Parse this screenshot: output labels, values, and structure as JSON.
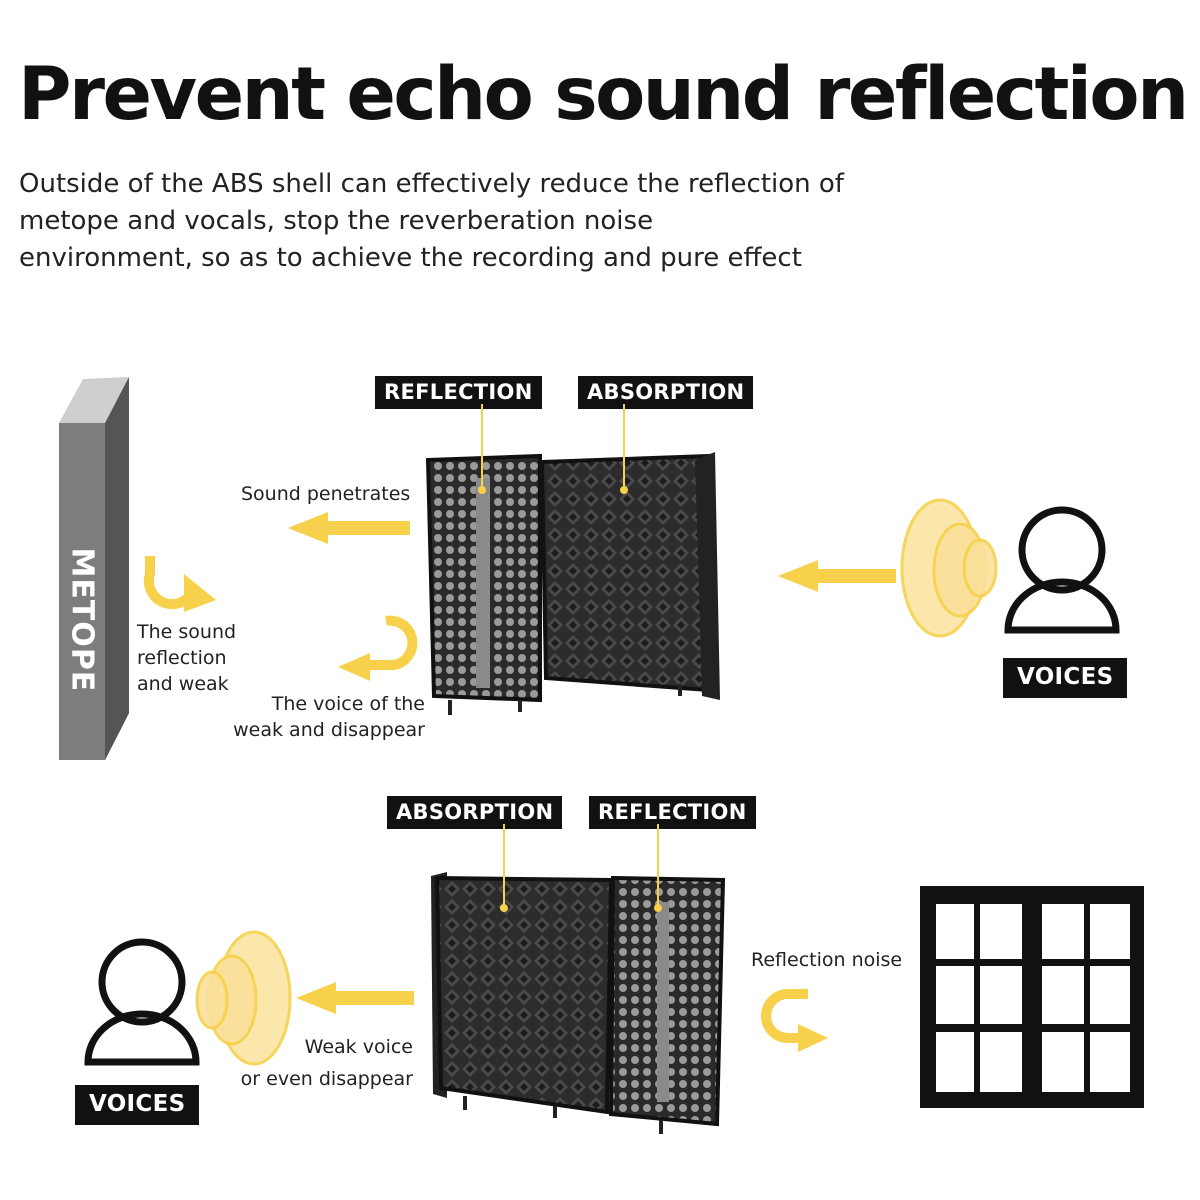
{
  "headline": "Prevent echo sound reflection",
  "description": [
    "Outside of the ABS shell can effectively reduce the reflection of",
    "metope and vocals, stop the reverberation noise",
    "environment, so as to achieve the recording and pure effect"
  ],
  "top_scene": {
    "wall_label": "METOPE",
    "tag_left": "REFLECTION",
    "tag_right": "ABSORPTION",
    "sound_penetrates": "Sound penetrates",
    "sound_reflection_lines": [
      "The sound",
      "reflection",
      "and weak"
    ],
    "voice_weak_lines": [
      "The voice of the",
      "weak and disappear"
    ],
    "voices_label": "VOICES"
  },
  "bottom_scene": {
    "tag_left": "ABSORPTION",
    "tag_right": "REFLECTION",
    "reflection_noise": "Reflection noise",
    "weak_voice_lines": [
      "Weak voice",
      "or even disappear"
    ],
    "voices_label": "VOICES"
  },
  "colors": {
    "accent": "#f7d14b",
    "text": "#111111",
    "wall": "#7d7d7d"
  }
}
